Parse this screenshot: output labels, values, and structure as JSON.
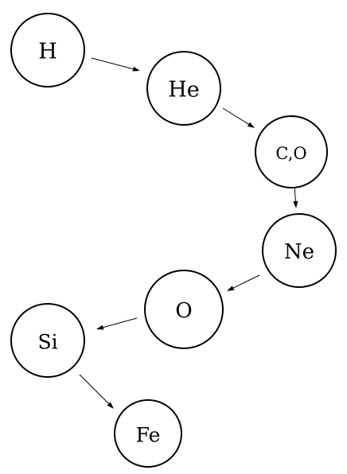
{
  "diagram": {
    "nodes": [
      {
        "id": "h",
        "label": "H"
      },
      {
        "id": "he",
        "label": "He"
      },
      {
        "id": "co",
        "label": "C,O"
      },
      {
        "id": "ne",
        "label": "Ne"
      },
      {
        "id": "o",
        "label": "O"
      },
      {
        "id": "si",
        "label": "Si"
      },
      {
        "id": "fe",
        "label": "Fe"
      }
    ],
    "edges": [
      {
        "from": "h",
        "to": "he"
      },
      {
        "from": "he",
        "to": "co"
      },
      {
        "from": "co",
        "to": "ne"
      },
      {
        "from": "ne",
        "to": "o"
      },
      {
        "from": "o",
        "to": "si"
      },
      {
        "from": "si",
        "to": "fe"
      }
    ]
  }
}
